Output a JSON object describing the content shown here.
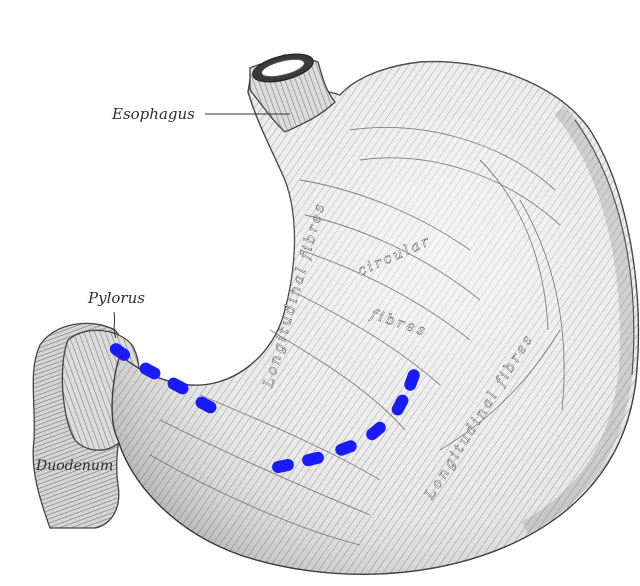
{
  "figure": {
    "labels": {
      "esophagus": "Esophagus",
      "pylorus": "Pylorus",
      "duodenum": "Duodenum",
      "longitudinal_fibres_upper": "Longitudinal fibres",
      "circular": "circular",
      "fibres": "fibres",
      "longitudinal_fibres_lower": "Longitudinal fibres"
    },
    "markers": {
      "color": "#1a1aff",
      "style": "dashed"
    }
  }
}
